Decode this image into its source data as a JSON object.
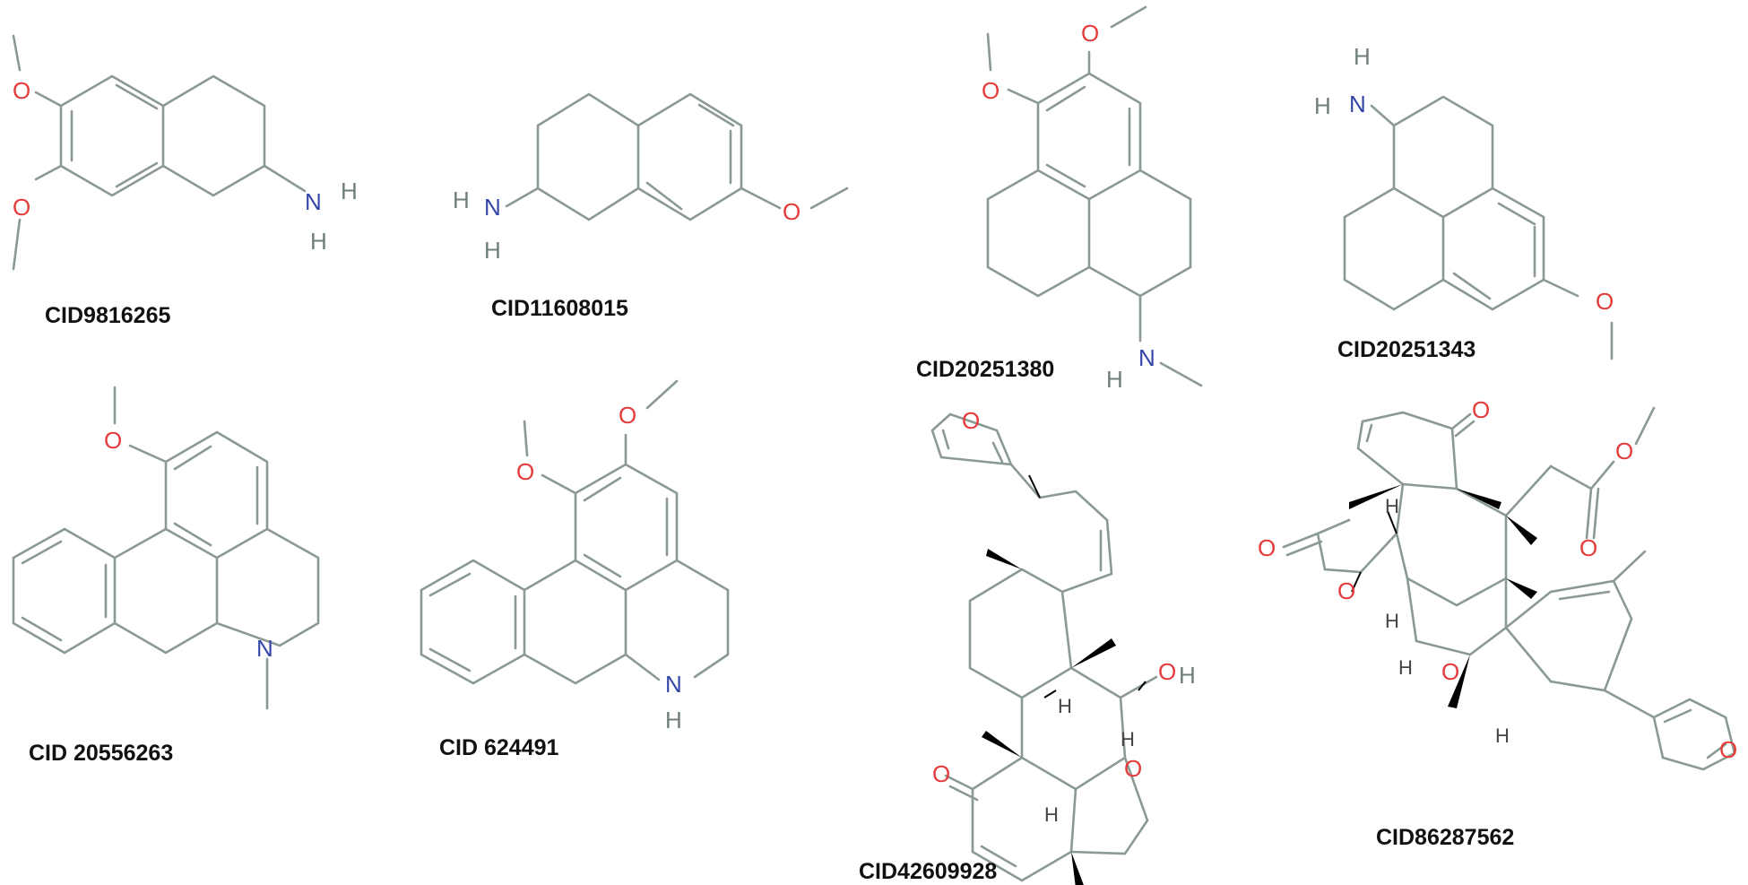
{
  "compounds": [
    {
      "id": "cid9816265",
      "label": "CID9816265"
    },
    {
      "id": "cid11608015",
      "label": "CID11608015"
    },
    {
      "id": "cid20251380",
      "label": "CID20251380"
    },
    {
      "id": "cid20251343",
      "label": "CID20251343"
    },
    {
      "id": "cid20556263",
      "label": "CID 20556263"
    },
    {
      "id": "cid624491",
      "label": "CID 624491"
    },
    {
      "id": "cid42609928",
      "label": "CID42609928"
    },
    {
      "id": "cid86287562",
      "label": "CID86287562"
    }
  ],
  "atoms": {
    "oxygen": "O",
    "nitrogen": "N",
    "hydrogen": "H"
  },
  "colors": {
    "bond": "#8a9a92",
    "oxygen": "#e53b3b",
    "nitrogen": "#3346a8",
    "hydrogen": "#6f7f77",
    "stereo": "#000000"
  }
}
